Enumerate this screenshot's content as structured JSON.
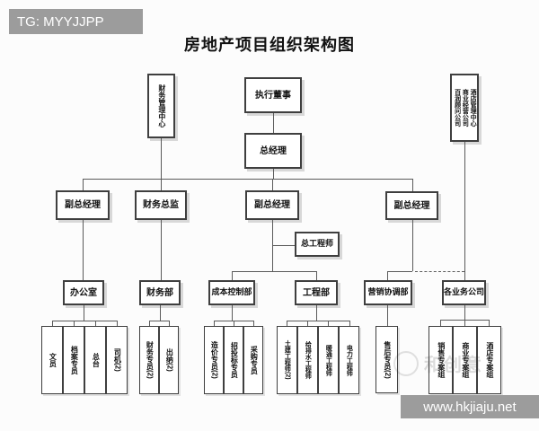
{
  "banners": {
    "top": "TG: MYYJJPP",
    "bottom": "www.hkjiaju.net"
  },
  "watermark": "和创意",
  "title": "房地产项目组织架构图",
  "colors": {
    "banner_bg": "#9c9c9c",
    "banner_text": "#ffffff",
    "line": "#5a5a5a",
    "box_border": "#3f3f3f"
  },
  "nodes": {
    "exec": "执行董事",
    "gm": "总经理",
    "fin_center": "财务管理中心",
    "unit_cols": [
      "百润顾问公司",
      "商业经营公司",
      "酒店管理中心"
    ],
    "dgm1": "副总经理",
    "cfo": "财务总监",
    "dgm2": "副总经理",
    "dgm3": "副总经理",
    "chief_engineer": "总工程师",
    "depts": {
      "office": "办公室",
      "finance": "财务部",
      "cost": "成本控制部",
      "engineering": "工程部",
      "marketing": "营销协调部",
      "business": "各业务公司"
    },
    "staff": {
      "office": [
        "文员",
        "档案专员",
        "总台",
        "司机(2)"
      ],
      "finance": [
        "财务专员(2)",
        "出纳(2)"
      ],
      "cost": [
        "造价专员(2)",
        "招投标专员",
        "采购专员"
      ],
      "engineering": [
        "土建工程师(2)",
        "给排水工程师",
        "暖通工程师",
        "电力工程师"
      ],
      "marketing": [
        "售后专员(2)"
      ],
      "business": [
        "销售专案组",
        "商业专案组",
        "酒店专案组"
      ]
    }
  }
}
